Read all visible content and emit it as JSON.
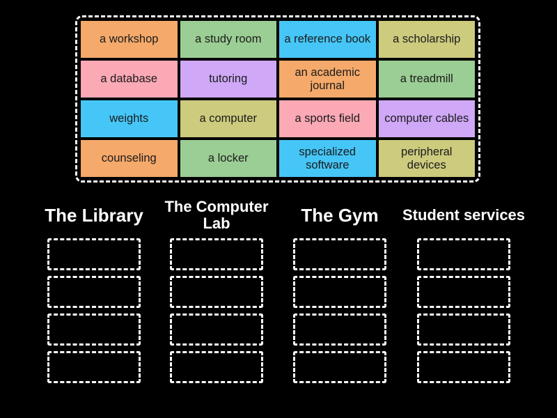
{
  "theme": {
    "background": "#000000",
    "border": "#ffffff",
    "text_on_tile": "#1b1b1b",
    "text_on_background": "#ffffff"
  },
  "word_bank": {
    "name": "word-bank",
    "tiles": [
      {
        "label": "a workshop",
        "color": "#F5A96A"
      },
      {
        "label": "a study room",
        "color": "#9BCE94"
      },
      {
        "label": "a reference book",
        "color": "#45C6F7"
      },
      {
        "label": "a scholarship",
        "color": "#CDCB7E"
      },
      {
        "label": "a database",
        "color": "#FCA9B6"
      },
      {
        "label": "tutoring",
        "color": "#CFA8F7"
      },
      {
        "label": "an academic journal",
        "color": "#F5A96A"
      },
      {
        "label": "a treadmill",
        "color": "#9BCE94"
      },
      {
        "label": "weights",
        "color": "#45C6F7"
      },
      {
        "label": "a computer",
        "color": "#CDCB7E"
      },
      {
        "label": "a sports field",
        "color": "#FCA9B6"
      },
      {
        "label": "computer cables",
        "color": "#CFA8F7"
      },
      {
        "label": "counseling",
        "color": "#F5A96A"
      },
      {
        "label": "a locker",
        "color": "#9BCE94"
      },
      {
        "label": "specialized software",
        "color": "#45C6F7"
      },
      {
        "label": "peripheral devices",
        "color": "#CDCB7E"
      }
    ]
  },
  "categories": [
    {
      "title": "The Library",
      "title_size": "size-lg",
      "dropzone_count": 4
    },
    {
      "title": "The Computer Lab",
      "title_size": "size-md",
      "dropzone_count": 4
    },
    {
      "title": "The Gym",
      "title_size": "size-lg",
      "dropzone_count": 4
    },
    {
      "title": "Student services",
      "title_size": "size-md",
      "dropzone_count": 4
    }
  ]
}
